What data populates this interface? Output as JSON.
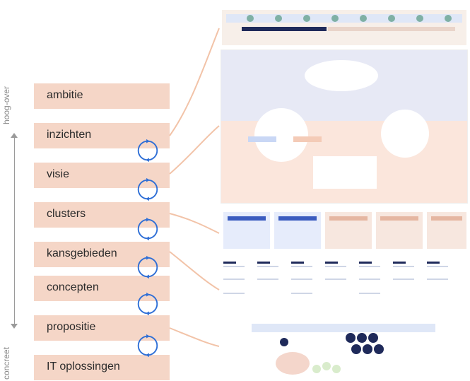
{
  "axis": {
    "top_label": "hoog-over",
    "bottom_label": "concreet"
  },
  "levels": [
    {
      "label": "ambitie"
    },
    {
      "label": "inzichten"
    },
    {
      "label": "visie"
    },
    {
      "label": "clusters"
    },
    {
      "label": "kansgebieden"
    },
    {
      "label": "concepten"
    },
    {
      "label": "propositie"
    },
    {
      "label": "IT oplossingen"
    }
  ],
  "colors": {
    "level_fill": "#f5d6c7",
    "cycle": "#2f6fd6",
    "connector": "#f2c3a8",
    "navy": "#1f2a5a"
  }
}
